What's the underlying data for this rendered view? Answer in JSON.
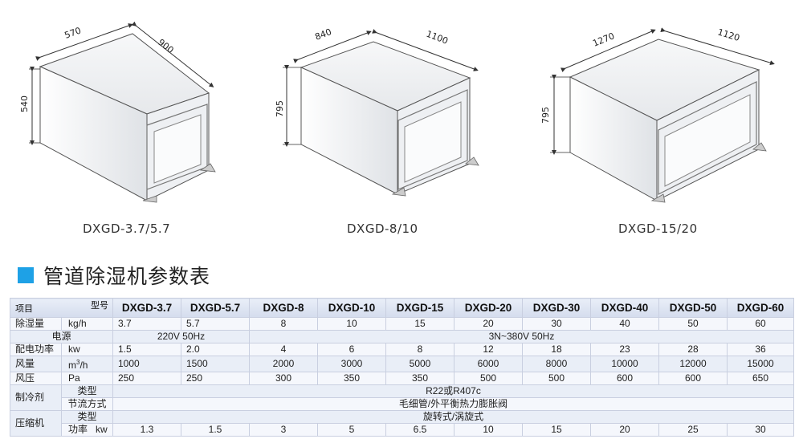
{
  "drawings": [
    {
      "model": "DXGD-3.7/5.7",
      "width": "570",
      "depth": "900",
      "height": "540"
    },
    {
      "model": "DXGD-8/10",
      "width": "840",
      "depth": "1100",
      "height": "795"
    },
    {
      "model": "DXGD-15/20",
      "width": "1270",
      "depth": "1120",
      "height": "795"
    }
  ],
  "section_title": "管道除湿机参数表",
  "table": {
    "corner_top": "型号",
    "corner_bottom": "项目",
    "models": [
      "DXGD-3.7",
      "DXGD-5.7",
      "DXGD-8",
      "DXGD-10",
      "DXGD-15",
      "DXGD-20",
      "DXGD-30",
      "DXGD-40",
      "DXGD-50",
      "DXGD-60"
    ],
    "rows": {
      "dehum": {
        "label": "除湿量",
        "unit": "kg/h",
        "values": [
          "3.7",
          "5.7",
          "8",
          "10",
          "15",
          "20",
          "30",
          "40",
          "50",
          "60"
        ]
      },
      "power_source": {
        "label": "电源",
        "left": "220V  50Hz",
        "right": "3N~380V  50Hz"
      },
      "power": {
        "label": "配电功率",
        "unit": "kw",
        "values": [
          "1.5",
          "2.0",
          "4",
          "6",
          "8",
          "12",
          "18",
          "23",
          "28",
          "36"
        ]
      },
      "airflow": {
        "label": "风量",
        "unit_main": "m",
        "unit_sup": "3",
        "unit_tail": "/h",
        "values": [
          "1000",
          "1500",
          "2000",
          "3000",
          "5000",
          "6000",
          "8000",
          "10000",
          "12000",
          "15000"
        ]
      },
      "pressure": {
        "label": "风压",
        "unit": "Pa",
        "values": [
          "250",
          "250",
          "300",
          "350",
          "350",
          "500",
          "500",
          "600",
          "600",
          "650"
        ]
      },
      "refrigerant": {
        "group": "制冷剂",
        "type_label": "类型",
        "type_value": "R22或R407c",
        "throttle_label": "节流方式",
        "throttle_value": "毛细管/外平衡热力膨胀阀"
      },
      "compressor": {
        "group": "压缩机",
        "type_label": "类型",
        "type_value": "旋转式/涡旋式",
        "power_label": "功率",
        "power_unit": "kw",
        "values": [
          "1.3",
          "1.5",
          "3",
          "5",
          "6.5",
          "10",
          "15",
          "20",
          "25",
          "30"
        ]
      }
    }
  }
}
